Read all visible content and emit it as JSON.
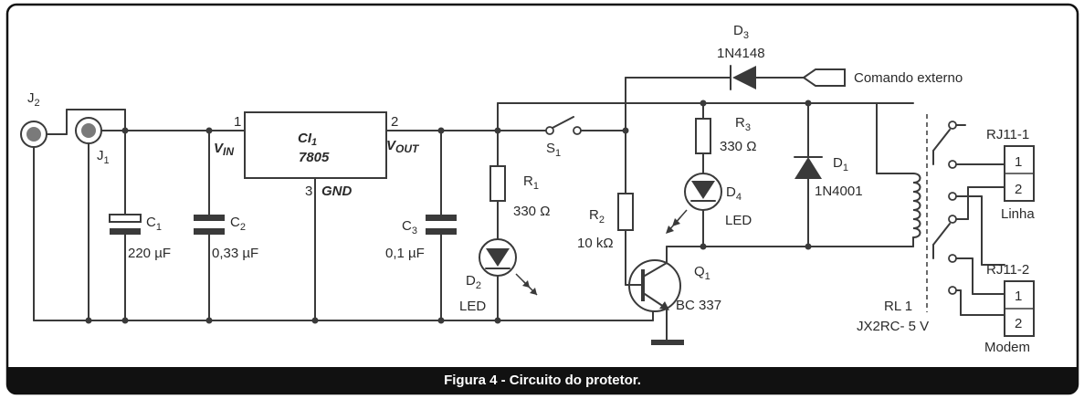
{
  "labels": {
    "j2": "J",
    "j2_sub": "2",
    "j1": "J",
    "j1_sub": "1",
    "c1": "C",
    "c1_sub": "1",
    "c1_val": "220 µF",
    "c2": "C",
    "c2_sub": "2",
    "c2_val": "0,33 µF",
    "ci1": "CI",
    "ci1_sub": "1",
    "ci1_model": "7805",
    "vin": "V",
    "vin_sub": "IN",
    "vout": "V",
    "vout_sub": "OUT",
    "gnd": "GND",
    "pin1": "1",
    "pin2": "2",
    "pin3": "3",
    "c3": "C",
    "c3_sub": "3",
    "c3_val": "0,1 µF",
    "r1": "R",
    "r1_sub": "1",
    "r1_val": "330 Ω",
    "d2": "D",
    "d2_sub": "2",
    "d2_type": "LED",
    "s1": "S",
    "s1_sub": "1",
    "r2": "R",
    "r2_sub": "2",
    "r2_val": "10 kΩ",
    "r3": "R",
    "r3_sub": "3",
    "r3_val": "330 Ω",
    "d4": "D",
    "d4_sub": "4",
    "d4_type": "LED",
    "q1": "Q",
    "q1_sub": "1",
    "q1_model": "BC 337",
    "d3": "D",
    "d3_sub": "3",
    "d3_model": "1N4148",
    "comando": "Comando externo",
    "d1": "D",
    "d1_sub": "1",
    "d1_model": "1N4001",
    "rl1": "RL 1",
    "rl1_model": "JX2RC- 5 V",
    "rj11_1": "RJ11-1",
    "rj11_2": "RJ11-2",
    "pin_a1": "1",
    "pin_a2": "2",
    "pin_b1": "1",
    "pin_b2": "2",
    "linha": "Linha",
    "modem": "Modem"
  },
  "caption": "Figura 4 - Circuito do protetor."
}
